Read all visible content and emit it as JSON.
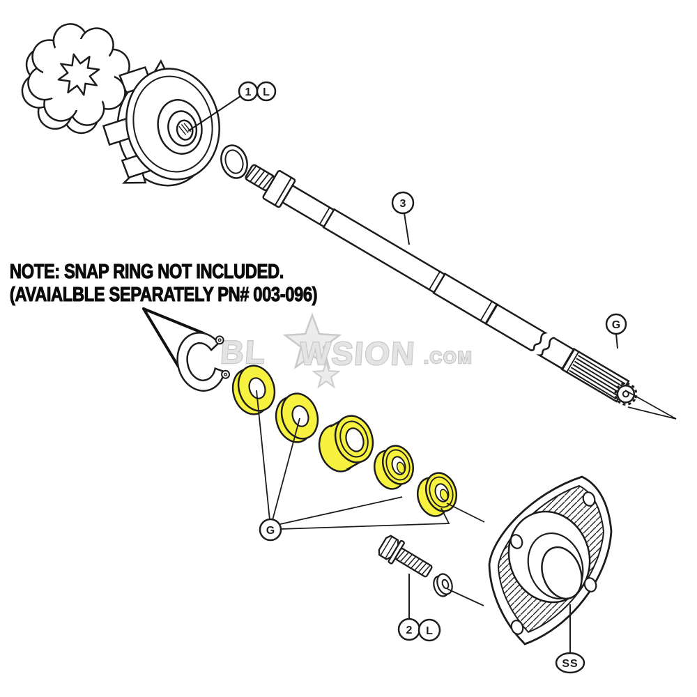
{
  "note": {
    "line1": "NOTE: SNAP RING NOT INCLUDED.",
    "line2": "(AVAIALBLE SEPARATELY PN# 003-096)"
  },
  "watermark": {
    "left": "BL",
    "right": "WSION",
    "suffix": ".COM"
  },
  "callouts": {
    "coupler_number": "1",
    "coupler_letter": "L",
    "shaft_number": "3",
    "bearing_group": "G",
    "spline_grease": "G",
    "bolt_number": "2",
    "bolt_letter": "L",
    "plate_code": "SS"
  },
  "colors": {
    "highlight_yellow": "#f7f240",
    "line_black": "#1c1c1c",
    "watermark_gray": "#d9d9d9"
  }
}
